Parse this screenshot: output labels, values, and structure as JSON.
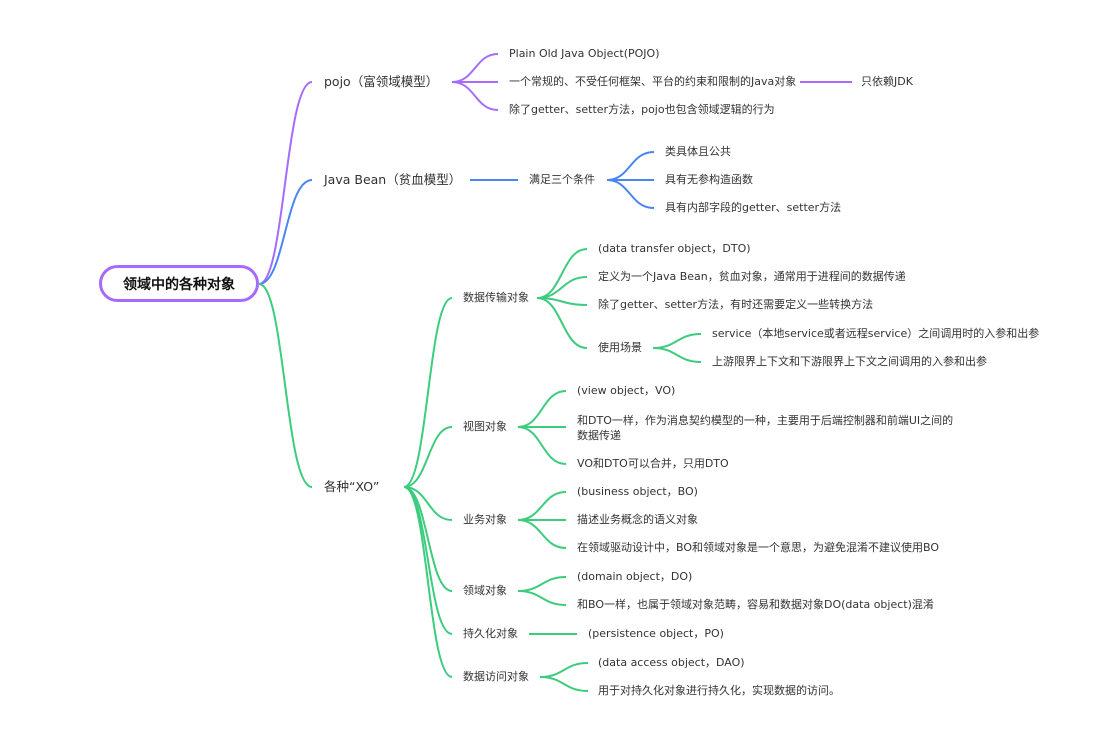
{
  "colors": {
    "purple": "#a56bff",
    "blue": "#4a86f0",
    "green": "#3dcc7e"
  },
  "root": "领域中的各种对象",
  "pojo": {
    "label": "pojo（富领域模型）",
    "items": [
      "Plain Old Java Object(POJO)",
      "一个常规的、不受任何框架、平台的约束和限制的Java对象",
      "除了getter、setter方法，pojo也包含领域逻辑的行为"
    ],
    "extra": "只依赖JDK"
  },
  "javabean": {
    "label": "Java Bean（贫血模型）",
    "mid": "满足三个条件",
    "items": [
      "类具体且公共",
      "具有无参构造函数",
      "具有内部字段的getter、setter方法"
    ]
  },
  "xo": {
    "label": "各种“XO”",
    "dto": {
      "label": "数据传输对象",
      "items": [
        "(data transfer object，DTO)",
        "定义为一个Java Bean，贫血对象，通常用于进程间的数据传递",
        "除了getter、setter方法，有时还需要定义一些转换方法"
      ],
      "usage": "使用场景",
      "usage_items": [
        "service（本地service或者远程service）之间调用时的入参和出参",
        "上游限界上下文和下游限界上下文之间调用的入参和出参"
      ]
    },
    "vo": {
      "label": "视图对象",
      "items": [
        "(view object，VO)",
        "和DTO一样，作为消息契约模型的一种，主要用于后端控制器和前端UI之间的数据传递",
        "VO和DTO可以合并，只用DTO"
      ]
    },
    "bo": {
      "label": "业务对象",
      "items": [
        "(business object，BO)",
        "描述业务概念的语义对象",
        "在领域驱动设计中，BO和领域对象是一个意思，为避免混淆不建议使用BO"
      ]
    },
    "do": {
      "label": "领域对象",
      "items": [
        "(domain object，DO)",
        "和BO一样，也属于领域对象范畴，容易和数据对象DO(data object)混淆"
      ]
    },
    "po": {
      "label": "持久化对象",
      "items": [
        "(persistence object，PO)"
      ]
    },
    "dao": {
      "label": "数据访问对象",
      "items": [
        "(data access object，DAO)",
        "用于对持久化对象进行持久化，实现数据的访问。"
      ]
    }
  }
}
